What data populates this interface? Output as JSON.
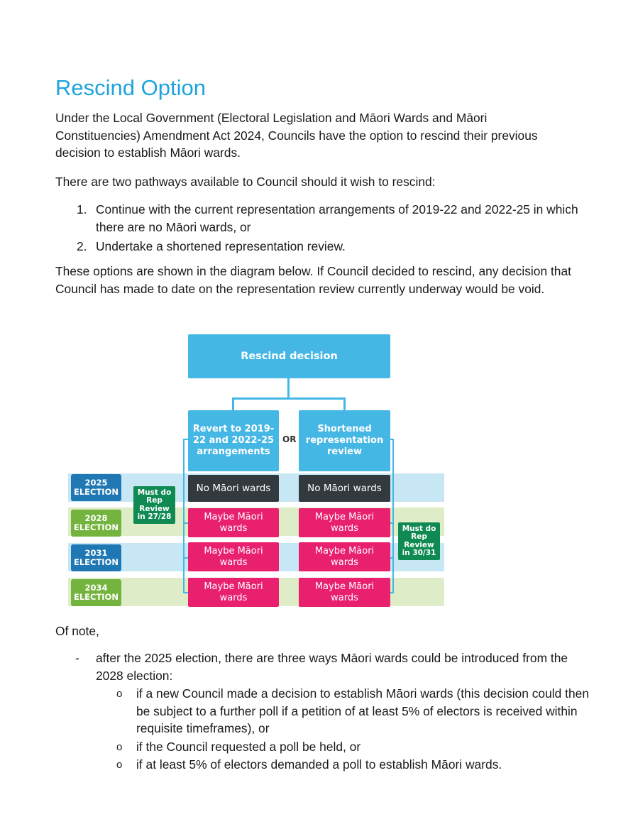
{
  "heading": "Rescind Option",
  "intro": "Under the Local Government (Electoral Legislation and Māori Wards and Māori Constituencies) Amendment Act 2024, Councils have the option to rescind their previous decision to establish Māori wards.",
  "pathways_intro": "There are two pathways available to Council should it wish to rescind:",
  "pathways": [
    {
      "num": "1.",
      "text": "Continue with the current representation arrangements of 2019-22 and 2022-25 in which there are no Māori wards, or"
    },
    {
      "num": "2.",
      "text": "Undertake a shortened representation review."
    }
  ],
  "diagram_intro": "These options are shown in the diagram below.  If Council decided to rescind, any decision that Council has made to date on the representation review currently underway would be void.",
  "diagram": {
    "top": "Rescind decision",
    "left_option": "Revert to 2019-22 and 2022-25 arrangements",
    "or": "OR",
    "right_option": "Shortened representation review",
    "elections": [
      "2025 ELECTION",
      "2028 ELECTION",
      "2031 ELECTION",
      "2034 ELECTION"
    ],
    "no_wards": "No Māori wards",
    "maybe_wards": "Maybe Māori wards",
    "must_left": "Must do Rep Review in 27/28",
    "must_right": "Must do Rep Review in 30/31"
  },
  "of_note": "Of note,",
  "note_dash": "-",
  "note_item": "after the 2025 election, there are three ways Māori wards could be introduced from the 2028 election:",
  "bullet": "o",
  "sub_items": [
    "if a new Council made a decision to establish Māori wards (this decision could then be subject to a further poll if a petition of at least 5% of electors is received within requisite timeframes), or",
    "if the Council requested a poll be held, or",
    "if at least 5% of electors demanded a poll to establish Māori wards."
  ],
  "colors": {
    "heading": "#1ea3dc",
    "cyan_box": "#45b7e5",
    "dark_box": "#323a3f",
    "pink_box": "#e8206e",
    "election_blue": "#1f78b4",
    "election_green": "#74b43e",
    "must_box": "#0e8a52"
  }
}
